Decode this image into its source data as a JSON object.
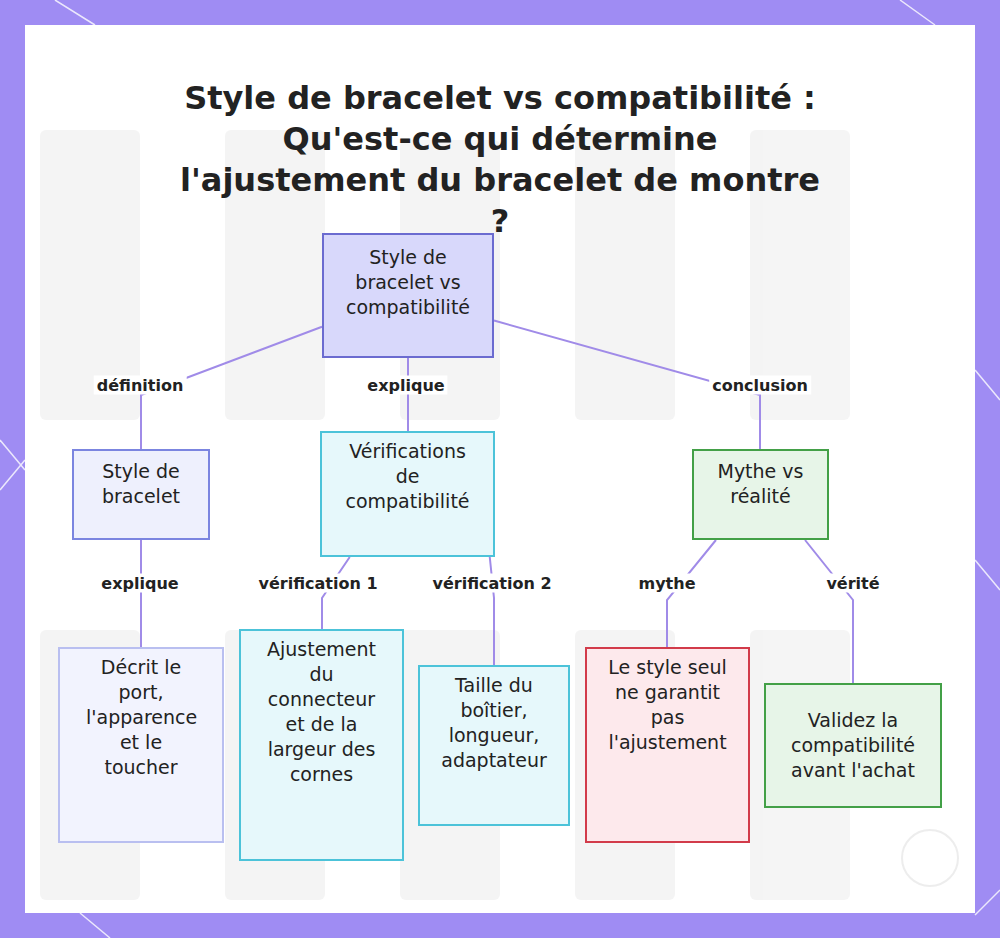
{
  "diagram": {
    "title": "Style de bracelet vs compatibilité : Qu'est-ce qui détermine l'ajustement du bracelet de montre ?",
    "nodes": [
      {
        "text": [
          "Style de bracelet vs compatibilité"
        ]
      },
      {
        "text": [
          "Style de bracelet"
        ]
      },
      {
        "text": [
          "Vérifications de compatibilité"
        ]
      },
      {
        "text": [
          "Mythe vs réalité"
        ]
      },
      {
        "text": [
          "Décrit le port, l'apparence et le toucher"
        ]
      },
      {
        "text": [
          "Ajustement du connecteur et de la largeur des cornes"
        ]
      },
      {
        "text": [
          "Taille du boîtier, longueur, adaptateur"
        ]
      },
      {
        "text": [
          "Le style seul ne garantit pas l'ajustement"
        ]
      },
      {
        "text": [
          "Validez la compatibilité avant l'achat"
        ]
      }
    ],
    "edges": [
      {
        "from": 0,
        "to": 1,
        "arrow": "none",
        "label": "définition"
      },
      {
        "from": 0,
        "to": 2,
        "arrow": "none",
        "label": "explique"
      },
      {
        "from": 0,
        "to": 3,
        "arrow": "none",
        "label": "conclusion"
      },
      {
        "from": 1,
        "to": 4,
        "arrow": "none",
        "label": "explique"
      },
      {
        "from": 2,
        "to": 5,
        "arrow": "none",
        "label": "vérification 1"
      },
      {
        "from": 2,
        "to": 6,
        "arrow": "none",
        "label": "vérification 2"
      },
      {
        "from": 3,
        "to": 7,
        "arrow": "none",
        "label": "mythe"
      },
      {
        "from": 3,
        "to": 8,
        "arrow": "none",
        "label": "vérité"
      }
    ]
  }
}
